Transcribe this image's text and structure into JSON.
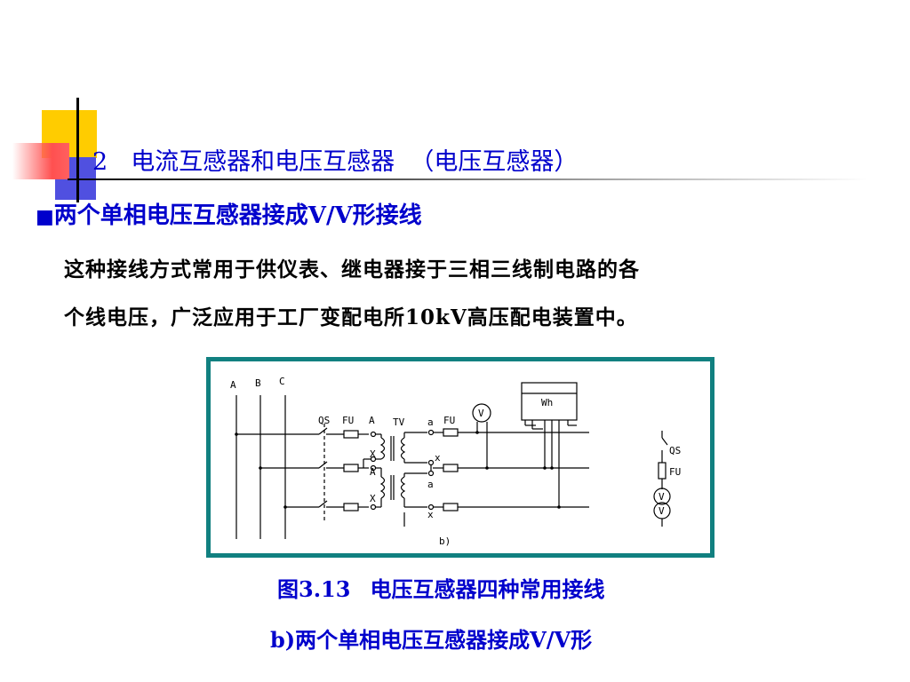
{
  "header": {
    "number": "2",
    "title": "电流互感器和电压互感器",
    "subtitle": "（电压互感器）"
  },
  "bullet": {
    "marker": "■",
    "text": "两个单相电压互感器接成V/V形接线"
  },
  "paragraph": {
    "line1": "这种接线方式常用于供仪表、继电器接于三相三线制电路的各",
    "line2": "个线电压，广泛应用于工厂变配电所10kV高压配电装置中。"
  },
  "diagram": {
    "phase_labels": [
      "A",
      "B",
      "C"
    ],
    "qs_label": "QS",
    "fu_label": "FU",
    "tv_label": "TV",
    "primary_top": "A",
    "primary_mid_x": "X",
    "primary_mid_a": "A",
    "primary_bottom_x": "X",
    "secondary_a_top": "a",
    "secondary_x_top": "x",
    "secondary_a_bottom": "a",
    "secondary_x_bottom": "x",
    "fu_right_label": "FU",
    "voltmeter_label": "V",
    "wh_label": "Wh",
    "sub_label": "b)",
    "legend_qs": "QS",
    "legend_fu": "FU",
    "legend_v1": "V",
    "legend_v2": "V"
  },
  "caption": {
    "figure_no": "图3.13",
    "figure_title": "电压互感器四种常用接线",
    "sub_caption": "b)两个单相电压互感器接成V/V形"
  },
  "colors": {
    "title_blue": "#0000cc",
    "frame_teal": "#118080",
    "deco_yellow": "#ffcc00",
    "deco_blue": "#5050e0",
    "deco_red": "#ff5050"
  }
}
